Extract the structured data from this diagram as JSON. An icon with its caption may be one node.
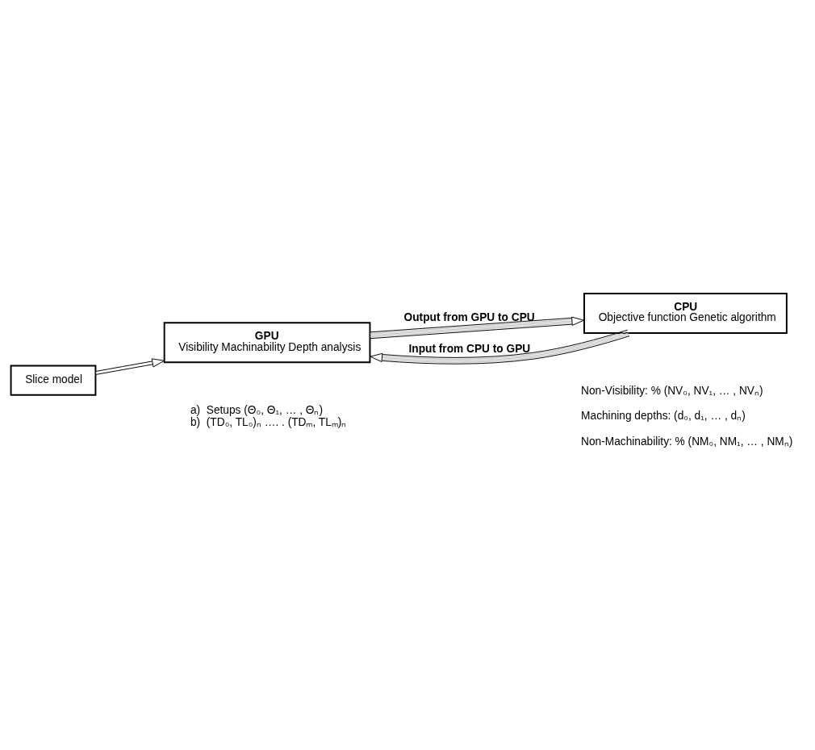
{
  "diagram": {
    "nodes": [
      {
        "text": [
          "Slice model"
        ]
      },
      {
        "text": [
          "GPU",
          "Visibility Machinability Depth analysis"
        ]
      },
      {
        "text": [
          "CPU",
          "Objective function Genetic algorithm"
        ]
      }
    ],
    "edges": [
      {
        "from": 0,
        "to": 1,
        "arrow": "to"
      },
      {
        "from": 2,
        "to": 1,
        "arrow": "to",
        "label": "Input from CPU to GPU"
      },
      {
        "from": 1,
        "to": 2,
        "arrow": "to",
        "label": "Output from GPU to CPU"
      }
    ],
    "labels": [
      "a)  Setups (Θ₀, Θ₁, … , Θₙ)",
      "b)  (TD₀, TL₀)ₙ …. . (TDₘ, TLₘ)ₙ",
      "Non-Visibility: % (NV₀, NV₁, … , NVₙ)",
      "Machining depths: (d₀, d₁, … , dₙ)",
      "Non-Machinability: % (NM₀, NM₁, … , NMₙ)"
    ]
  }
}
